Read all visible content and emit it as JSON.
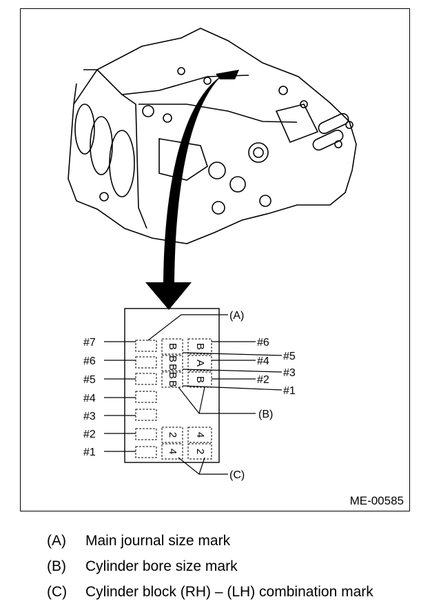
{
  "figure_id": "ME-00585",
  "callouts": {
    "a": "(A)",
    "b": "(B)",
    "c": "(C)"
  },
  "left_labels": [
    "#7",
    "#6",
    "#5",
    "#4",
    "#3",
    "#2",
    "#1"
  ],
  "right_labels": [
    "#6",
    "#5",
    "#4",
    "#3",
    "#2",
    "#1"
  ],
  "marks": {
    "col2": [
      "B",
      "B",
      "B",
      "B",
      "B"
    ],
    "col3": [
      "B",
      "A",
      "B"
    ],
    "bottom_col2": [
      "2",
      "4"
    ],
    "bottom_col3": [
      "4",
      "2"
    ]
  },
  "legend": [
    {
      "key": "(A)",
      "text": "Main journal size mark"
    },
    {
      "key": "(B)",
      "text": "Cylinder bore size mark"
    },
    {
      "key": "(C)",
      "text": "Cylinder block (RH) – (LH) combination mark"
    }
  ],
  "icons": [
    "engine-block-illustration",
    "pointing-arrow"
  ]
}
